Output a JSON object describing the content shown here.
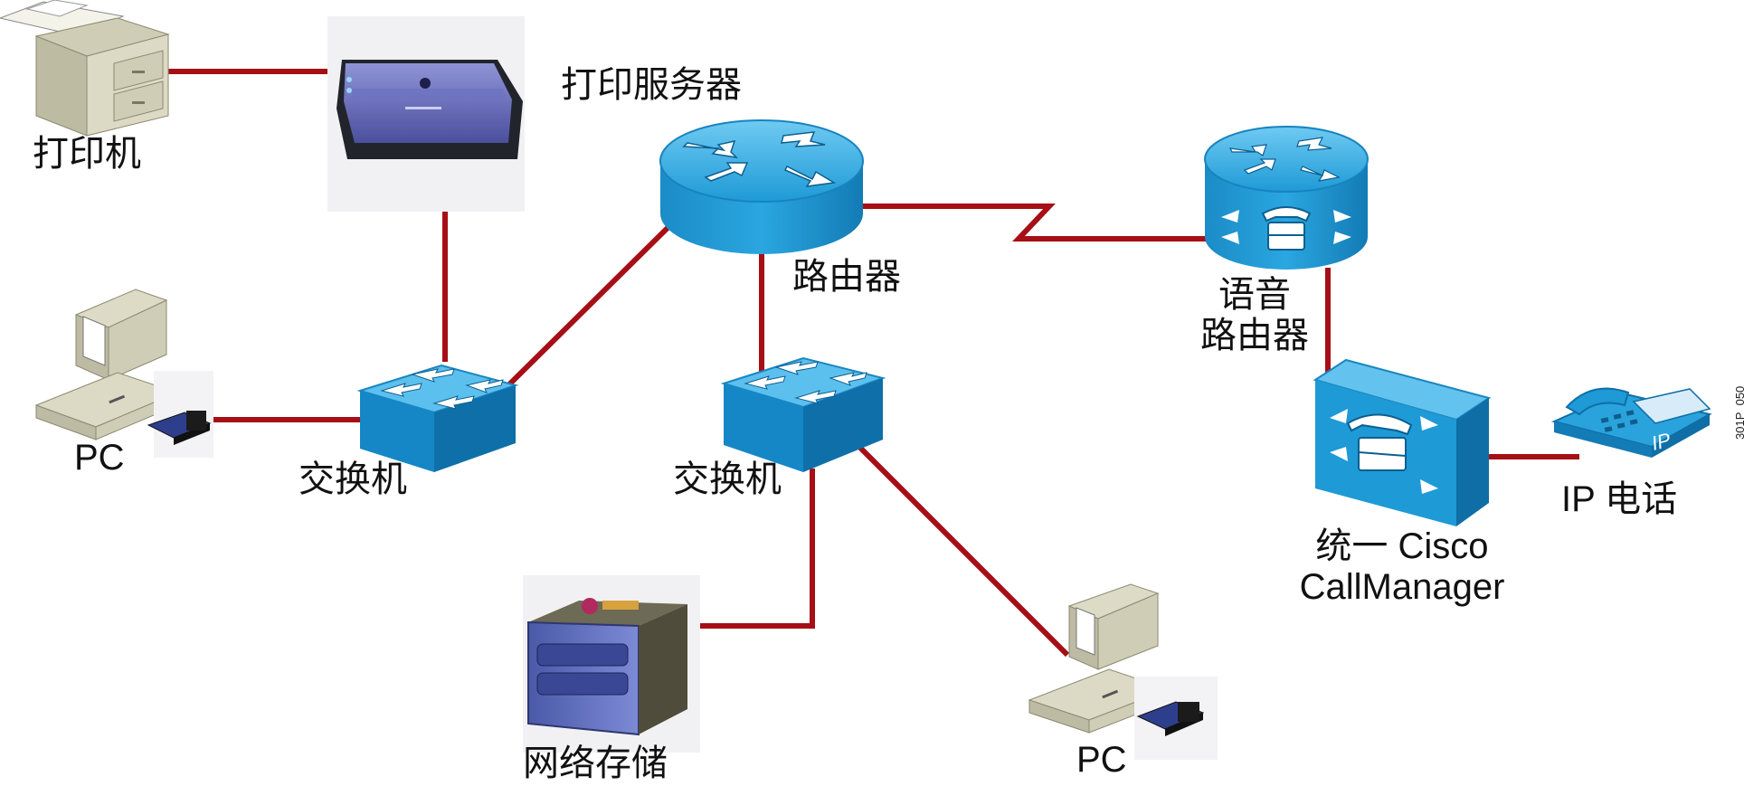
{
  "labels": {
    "printer": "打印机",
    "print_server": "打印服务器",
    "router": "路由器",
    "voice_router_line1": "语音",
    "voice_router_line2": "路由器",
    "pc_left": "PC",
    "switch_left": "交换机",
    "switch_center": "交换机",
    "network_storage": "网络存储",
    "pc_bottom": "PC",
    "call_manager_line1": "统一 Cisco",
    "call_manager_line2": "CallManager",
    "ip_phone": "IP 电话",
    "phone_badge": "IP"
  },
  "figure_id": "301P_050",
  "colors": {
    "link": "#a50f15",
    "cisco_blue": "#1f9ad6",
    "cisco_blue_dark": "#0f6ea6",
    "cisco_blue_light": "#63c3ee",
    "beige": "#d8d6bf",
    "beige_dark": "#a9a78f"
  }
}
